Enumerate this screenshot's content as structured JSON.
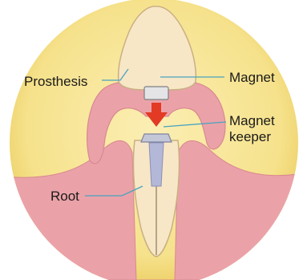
{
  "labels": {
    "prosthesis": "Prosthesis",
    "magnet": "Magnet",
    "magnet_keeper_line1": "Magnet",
    "magnet_keeper_line2": "keeper",
    "root": "Root"
  },
  "colors": {
    "background_disc": "#f6e493",
    "disc_edge": "#e9cf6c",
    "gum": "#eaa2a8",
    "gum_dark": "#d98890",
    "tooth": "#f8e7c6",
    "tooth_outline": "#c9b083",
    "magnet": "#e4e4e6",
    "keeper": "#c3c7d8",
    "post": "#b4b8d8",
    "arrow": "#e23a24",
    "leader_line": "#49a3c0"
  }
}
